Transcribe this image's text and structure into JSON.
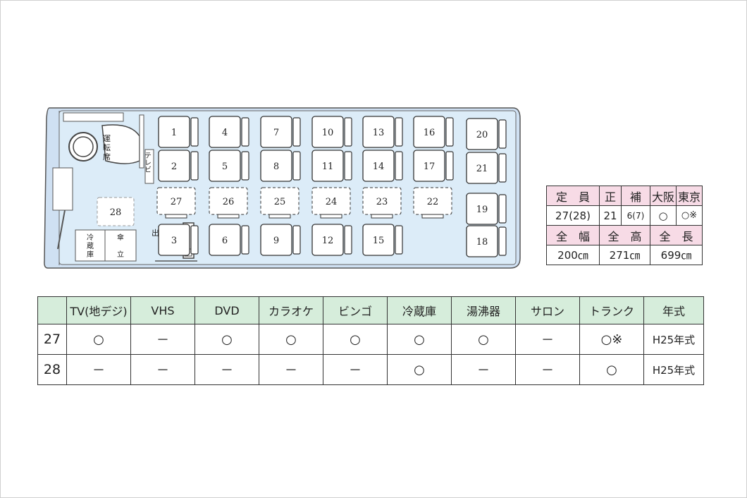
{
  "bus": {
    "seats": [
      "1",
      "2",
      "3",
      "4",
      "5",
      "6",
      "7",
      "8",
      "9",
      "10",
      "11",
      "12",
      "13",
      "14",
      "15",
      "16",
      "17",
      "18",
      "19",
      "20",
      "21"
    ],
    "aux_seats": [
      "22",
      "23",
      "24",
      "25",
      "26",
      "27"
    ],
    "optional_seat": "28",
    "driver_label": [
      "運",
      "転",
      "席"
    ],
    "tv_label": "テレビ",
    "fridge_label": [
      "冷",
      "蔵",
      "庫"
    ],
    "umbrella_label": [
      "傘",
      "立"
    ],
    "entrance_label": "出入口"
  },
  "spec_table": {
    "row1": [
      "定　員",
      "正",
      "補",
      "大阪",
      "東京"
    ],
    "row2": [
      "27(28)",
      "21",
      "6(7)",
      "○",
      "○※"
    ],
    "row3": [
      "全　幅",
      "全　高",
      "全　長"
    ],
    "row4": [
      "200㎝",
      "271㎝",
      "699㎝"
    ]
  },
  "amenity_table": {
    "headers": [
      "TV(地デジ)",
      "VHS",
      "DVD",
      "カラオケ",
      "ビンゴ",
      "冷蔵庫",
      "湯沸器",
      "サロン",
      "トランク",
      "年式"
    ],
    "rows": [
      {
        "label": "27",
        "cells": [
          "○",
          "－",
          "○",
          "○",
          "○",
          "○",
          "○",
          "－",
          "○※",
          "H25年式"
        ]
      },
      {
        "label": "28",
        "cells": [
          "－",
          "－",
          "－",
          "－",
          "－",
          "○",
          "－",
          "－",
          "○",
          "H25年式"
        ]
      }
    ]
  },
  "colors": {
    "bus_interior": "#dcecf8",
    "spec_header": "#f7dbe6",
    "table_header": "#d6eddb"
  }
}
